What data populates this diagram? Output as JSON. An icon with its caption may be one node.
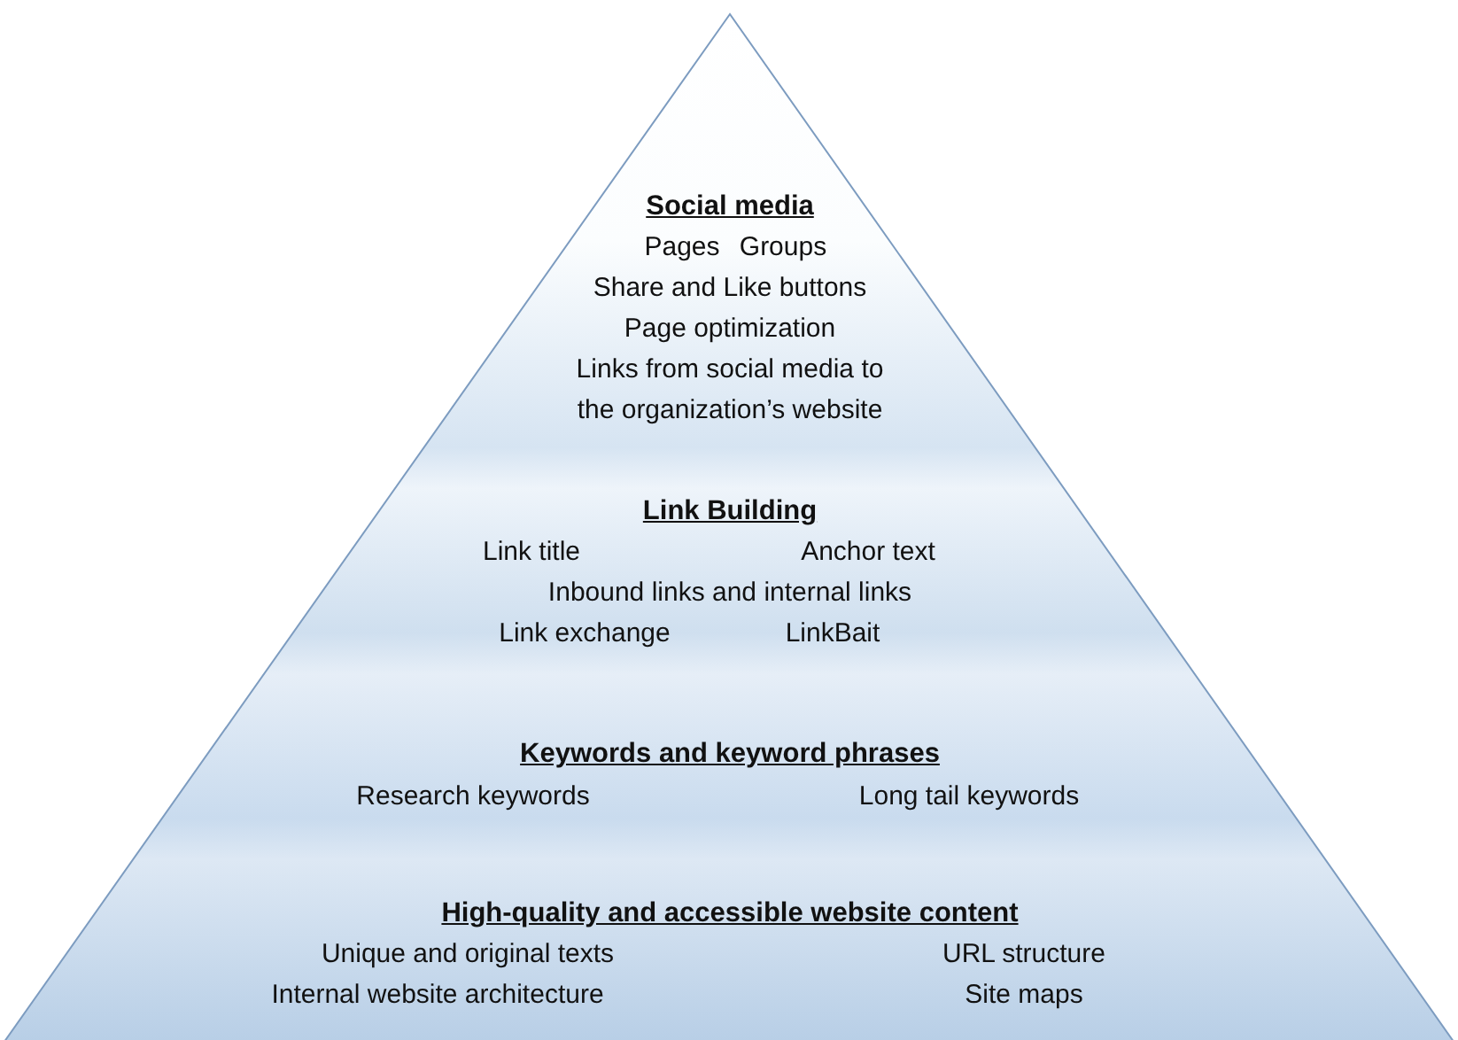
{
  "diagram": {
    "nodes": [
      {
        "text": [
          "Social media",
          "Pages",
          "Groups",
          "Share and Like buttons",
          "Page optimization",
          "Links from social media to the organization’s website",
          "Link Building",
          "Link title",
          "Anchor text",
          "Inbound links and internal links",
          "Link exchange",
          "LinkBait",
          "Keywords and keyword phrases",
          "Research keywords",
          "Long tail keywords",
          "High-quality and accessible website content",
          "Unique and original texts",
          "URL structure",
          "Internal website architecture",
          "Site maps"
        ]
      }
    ]
  }
}
